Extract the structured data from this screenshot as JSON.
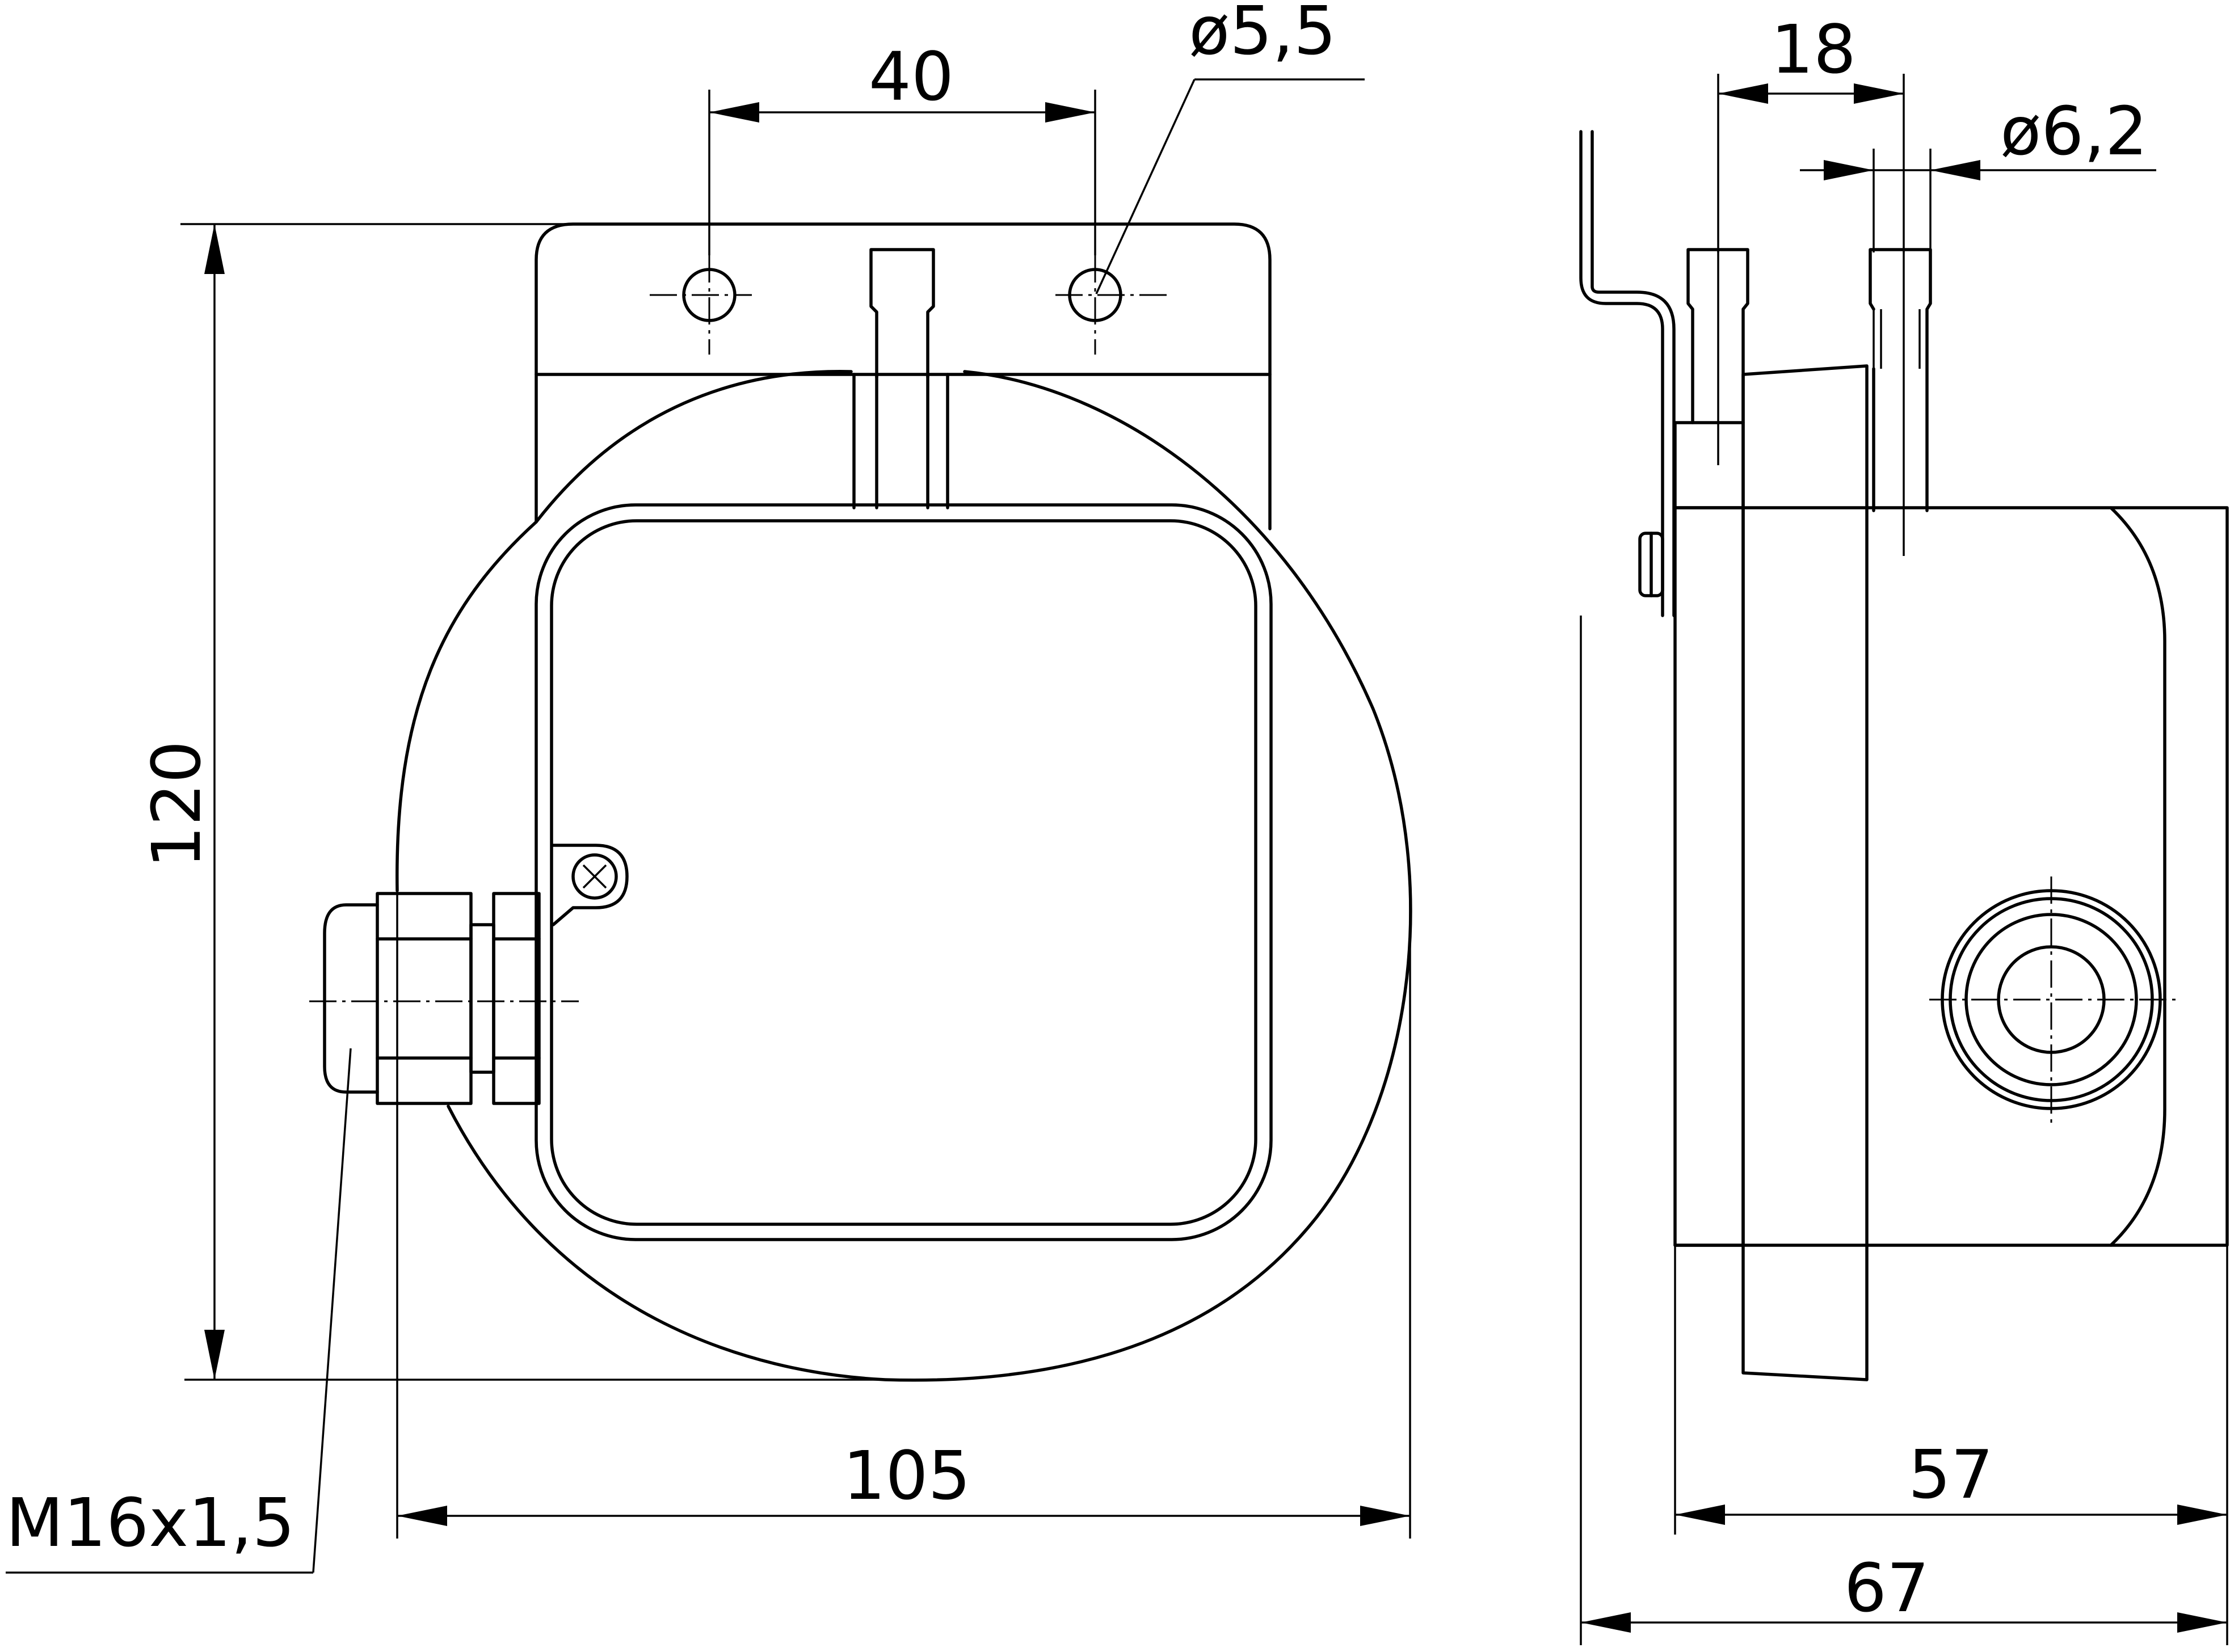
{
  "dimensions": {
    "pitch": "40",
    "hole_dia": "ø5,5",
    "height": "120",
    "width": "105",
    "thread": "M16x1,5",
    "nozzle_offset": "18",
    "nozzle_dia": "ø6,2",
    "depth_body": "57",
    "depth_total": "67"
  }
}
